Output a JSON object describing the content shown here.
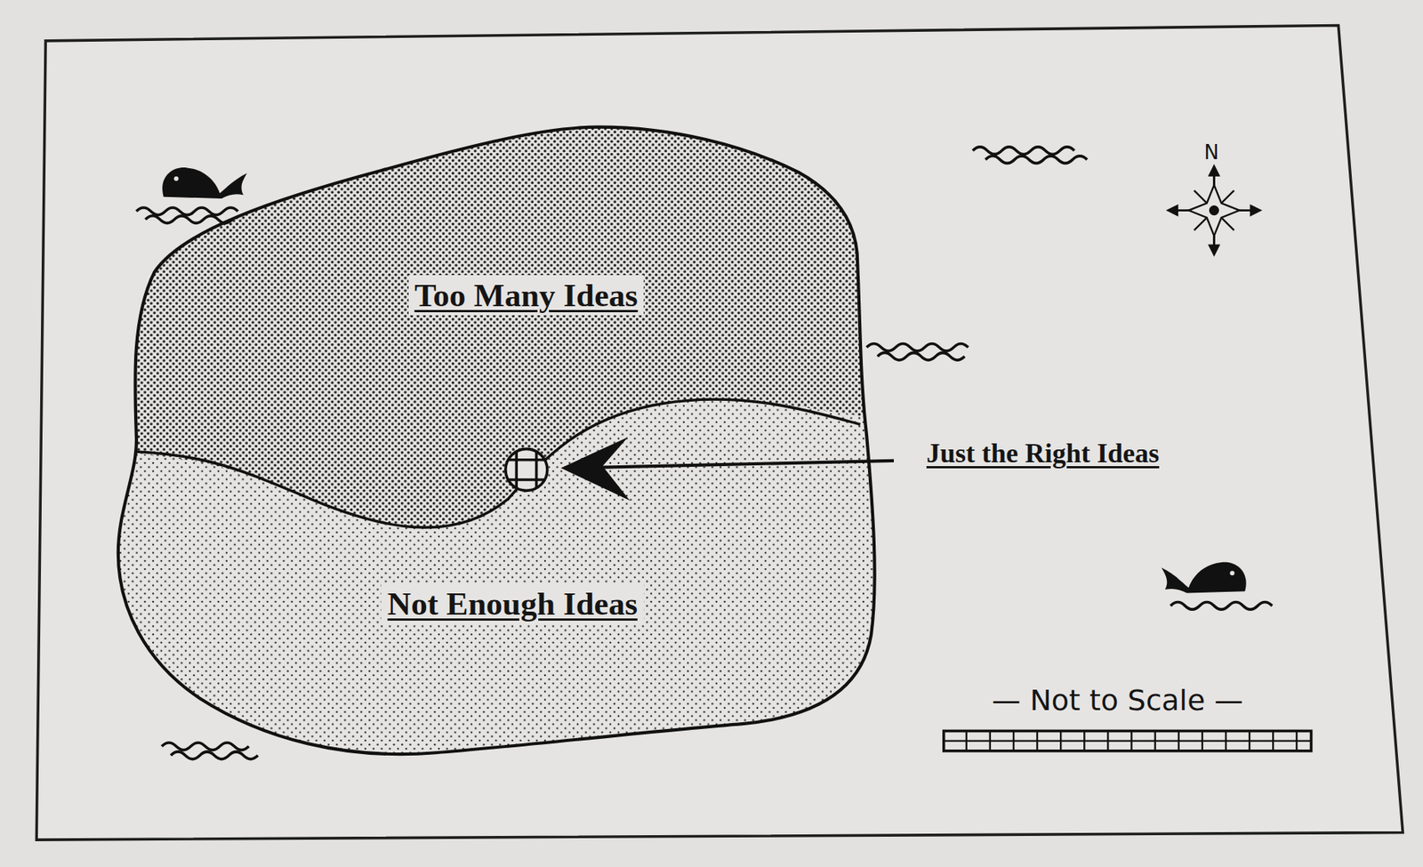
{
  "diagram": {
    "labels": [
      "Too Many Ideas",
      "Not Enough Ideas",
      "Just the Right Ideas",
      "N",
      "— Not to Scale —"
    ]
  }
}
